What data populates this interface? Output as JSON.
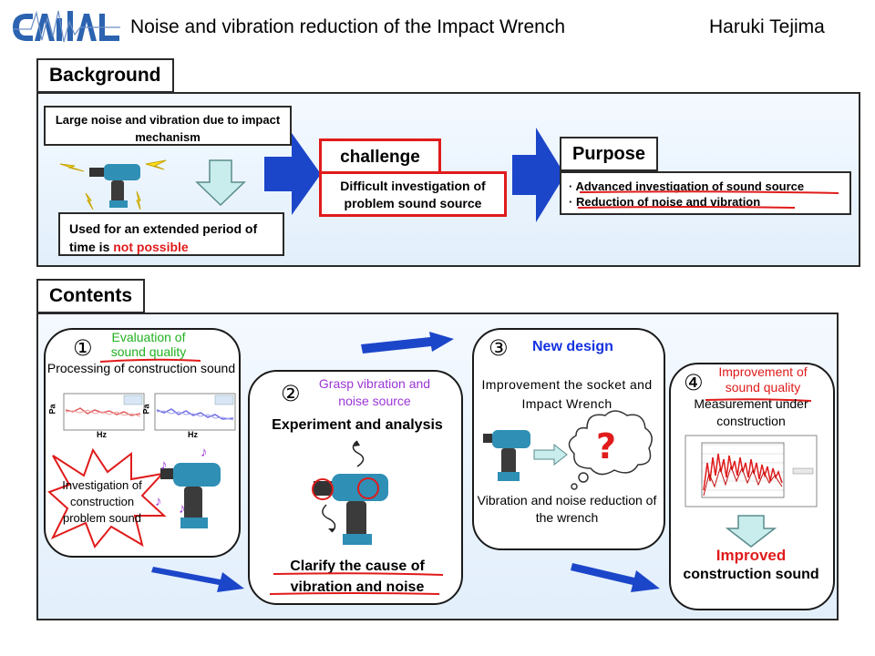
{
  "header": {
    "logo_text": "CAMAL",
    "title": "Noise and vibration reduction of the Impact Wrench",
    "author": "Haruki Tejima"
  },
  "background": {
    "tab": "Background",
    "problem": "Large noise and vibration due to impact mechanism",
    "consequence_text": "Used for an extended period of time is ",
    "consequence_emph": "not possible",
    "challenge_title": "challenge",
    "challenge_text": "Difficult investigation of problem sound source",
    "purpose_title": "Purpose",
    "purpose_items": [
      "Advanced investigation of sound source",
      "Reduction of noise and vibration"
    ]
  },
  "contents": {
    "tab": "Contents",
    "step1": {
      "num": "①",
      "title": "Evaluation of sound quality",
      "subtitle": "Processing of construction sound",
      "axis_y": "Pa",
      "axis_x": "Hz",
      "starburst": "Investigation of construction problem sound"
    },
    "step2": {
      "num": "②",
      "title": "Grasp vibration and noise  source",
      "subtitle": "Experiment and analysis",
      "result": "Clarify the cause of vibration and noise"
    },
    "step3": {
      "num": "③",
      "title": "New design",
      "subtitle": "Improvement the socket and Impact Wrench",
      "question": "?",
      "result": "Vibration and noise reduction of the wrench"
    },
    "step4": {
      "num": "④",
      "title": "Improvement of sound quality",
      "subtitle": "Measurement under construction",
      "result_emph": "Improved",
      "result": "construction sound"
    }
  },
  "colors": {
    "accent_red": "#e01b1b",
    "arrow_blue": "#1c46c9",
    "panel_bg": "#e8f2fc",
    "green_title": "#1fb11f",
    "purple_title": "#9b36d6",
    "blue_title": "#1432e0"
  }
}
